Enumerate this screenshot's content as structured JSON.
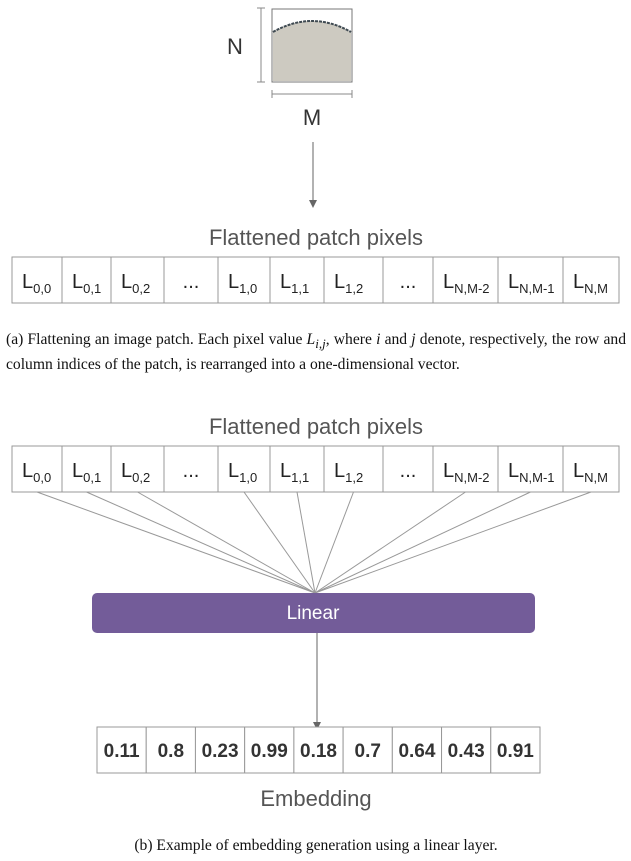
{
  "patch": {
    "height_label": "N",
    "width_label": "M",
    "fill_color": "#cdcac1",
    "curve_color": "#3f4a52"
  },
  "flattened_a": {
    "title": "Flattened patch pixels",
    "cells": [
      {
        "base": "L",
        "sub": "0,0"
      },
      {
        "base": "L",
        "sub": "0,1"
      },
      {
        "base": "L",
        "sub": "0,2"
      },
      {
        "base": "...",
        "sub": ""
      },
      {
        "base": "L",
        "sub": "1,0"
      },
      {
        "base": "L",
        "sub": "1,1"
      },
      {
        "base": "L",
        "sub": "1,2"
      },
      {
        "base": "...",
        "sub": ""
      },
      {
        "base": "L",
        "sub": "N,M-2"
      },
      {
        "base": "L",
        "sub": "N,M-1"
      },
      {
        "base": "L",
        "sub": "N,M"
      }
    ]
  },
  "caption_a": {
    "prefix": "(a) Flattening an image patch. Each pixel value ",
    "var_base": "L",
    "var_sub": "i,j",
    "mid1": ", where ",
    "var_i": "i",
    "mid2": " and ",
    "var_j": "j",
    "suffix": " denote, respectively, the row and column indices of the patch, is rearranged into a one-dimensional vector."
  },
  "flattened_b": {
    "title": "Flattened patch pixels",
    "cells": [
      {
        "base": "L",
        "sub": "0,0"
      },
      {
        "base": "L",
        "sub": "0,1"
      },
      {
        "base": "L",
        "sub": "0,2"
      },
      {
        "base": "...",
        "sub": ""
      },
      {
        "base": "L",
        "sub": "1,0"
      },
      {
        "base": "L",
        "sub": "1,1"
      },
      {
        "base": "L",
        "sub": "1,2"
      },
      {
        "base": "...",
        "sub": ""
      },
      {
        "base": "L",
        "sub": "N,M-2"
      },
      {
        "base": "L",
        "sub": "N,M-1"
      },
      {
        "base": "L",
        "sub": "N,M"
      }
    ]
  },
  "linear": {
    "label": "Linear",
    "color": "#735c99"
  },
  "embedding": {
    "title": "Embedding",
    "values": [
      "0.11",
      "0.8",
      "0.23",
      "0.99",
      "0.18",
      "0.7",
      "0.64",
      "0.43",
      "0.91"
    ]
  },
  "caption_b": {
    "text": "(b) Example of embedding generation using a linear layer."
  }
}
